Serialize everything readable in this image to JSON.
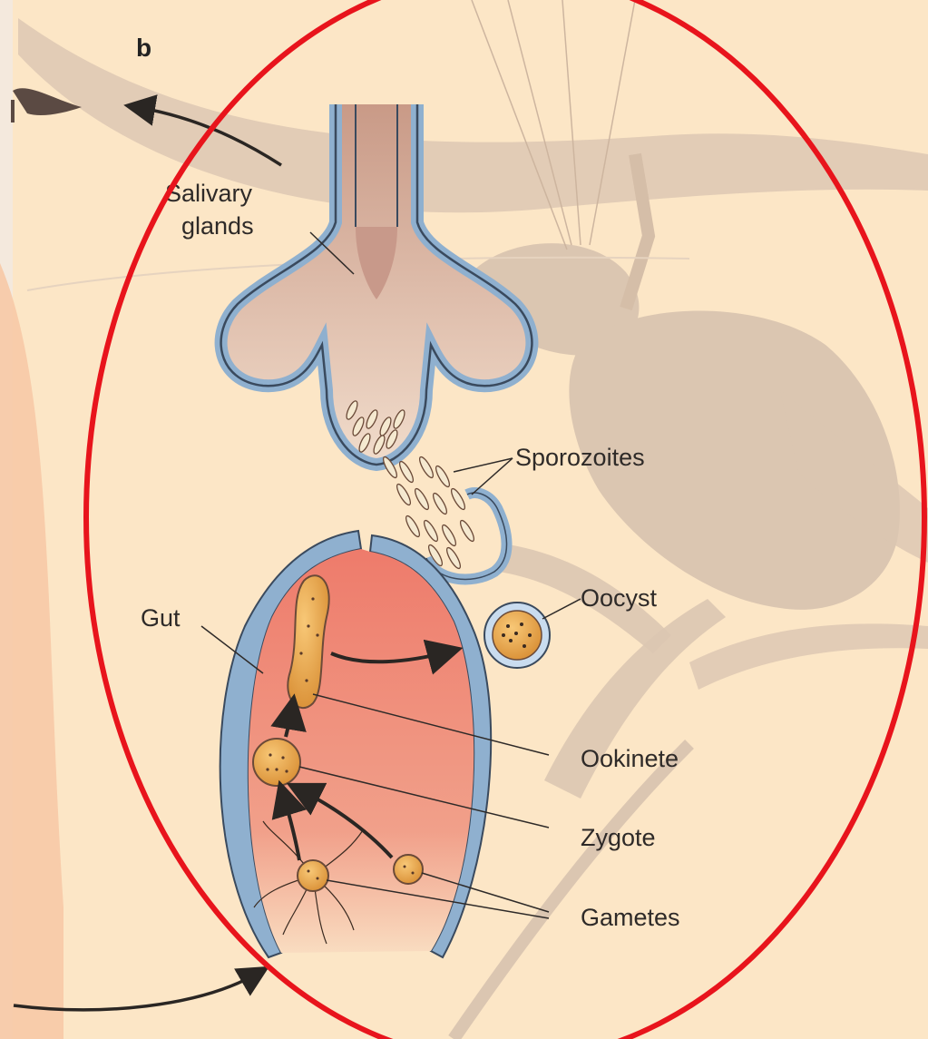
{
  "panel_letter": "b",
  "labels": {
    "salivary_line1": "Salivary",
    "salivary_line2": "glands",
    "sporozoites": "Sporozoites",
    "oocyst": "Oocyst",
    "gut": "Gut",
    "ookinete": "Ookinete",
    "zygote": "Zygote",
    "gametes": "Gametes"
  },
  "colors": {
    "background": "#fce6c6",
    "highlight_ellipse": "#e8141c",
    "gut_fill": "#ef8574",
    "cell_border": "#8fb0cf",
    "parasite_fill": "#e9a446",
    "mosquito_silhouette": "#d9c3ad"
  }
}
